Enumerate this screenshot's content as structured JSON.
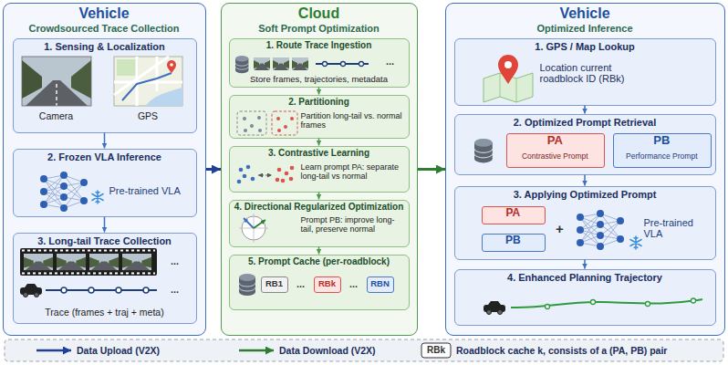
{
  "diagram": {
    "nodes": [
      {
        "text": [
          "Vehicle",
          "Crowdsourced Trace Collection"
        ]
      },
      {
        "text": [
          "1. Sensing & Localization",
          "Camera",
          "GPS"
        ],
        "in": 0
      },
      {
        "text": [
          "2. Frozen VLA Inference",
          "Pre-trained VLA"
        ],
        "in": 0
      },
      {
        "text": [
          "3. Long-tail Trace Collection",
          "...",
          "...",
          "Trace (frames + traj + meta)"
        ],
        "in": 0
      },
      {
        "text": [
          "Cloud",
          "Soft Prompt Optimization"
        ]
      },
      {
        "text": [
          "1. Route Trace Ingestion",
          "...",
          "Store frames, trajectories, metadata"
        ],
        "in": 4
      },
      {
        "text": [
          "2. Partitioning",
          "Partition long-tail vs. normal frames"
        ],
        "in": 4
      },
      {
        "text": [
          "3. Contrastive Learning",
          "Learn prompt PA: separate long-tail vs normal"
        ],
        "in": 4
      },
      {
        "text": [
          "4. Directional Regularized Optimization",
          "Prompt PB: improve long-tail, preserve normal"
        ],
        "in": 4
      },
      {
        "text": [
          "5. Prompt Cache (per-roadblock)",
          "...",
          "..."
        ],
        "in": 4
      },
      {
        "text": [
          "RB1"
        ],
        "in": 9
      },
      {
        "text": [
          "RBk"
        ],
        "in": 9
      },
      {
        "text": [
          "RBN"
        ],
        "in": 9
      },
      {
        "text": [
          "Vehicle",
          "Optimized Inference"
        ]
      },
      {
        "text": [
          "1. GPS / Map Lookup",
          "Location current roadblock ID (RBk)"
        ],
        "in": 13
      },
      {
        "text": [
          "2. Optimized Prompt Retrieval"
        ],
        "in": 13
      },
      {
        "text": [
          "PA",
          "Contrastive Prompt"
        ],
        "in": 15
      },
      {
        "text": [
          "PB",
          "Performance Prompt"
        ],
        "in": 15
      },
      {
        "text": [
          "3. Applying Optimized Prompt",
          "+",
          "Pre-trained VLA"
        ],
        "in": 13
      },
      {
        "text": [
          "PA"
        ],
        "in": 18
      },
      {
        "text": [
          "PB"
        ],
        "in": 18
      },
      {
        "text": [
          "4. Enhanced Planning Trajectory"
        ],
        "in": 13
      }
    ],
    "edges": [
      {
        "from": 1,
        "to": 2,
        "arrow": "to"
      },
      {
        "from": 2,
        "to": 3,
        "arrow": "to"
      },
      {
        "from": 0,
        "to": 4,
        "arrow": "to"
      },
      {
        "from": 5,
        "to": 6,
        "arrow": "to"
      },
      {
        "from": 6,
        "to": 7,
        "arrow": "to"
      },
      {
        "from": 7,
        "to": 8,
        "arrow": "to"
      },
      {
        "from": 8,
        "to": 9,
        "arrow": "to"
      },
      {
        "from": 4,
        "to": 13,
        "arrow": "to"
      },
      {
        "from": 14,
        "to": 15,
        "arrow": "to"
      },
      {
        "from": 15,
        "to": 18,
        "arrow": "to"
      },
      {
        "from": 18,
        "to": 21,
        "arrow": "to"
      }
    ],
    "labels": [
      "RBk"
    ],
    "legend": [
      {
        "text": "Data Upload (V2X)"
      },
      {
        "text": "Data Download (V2X)"
      },
      {
        "text": "Roadblock cache k, consists of a (PA, PB) pair"
      }
    ]
  }
}
